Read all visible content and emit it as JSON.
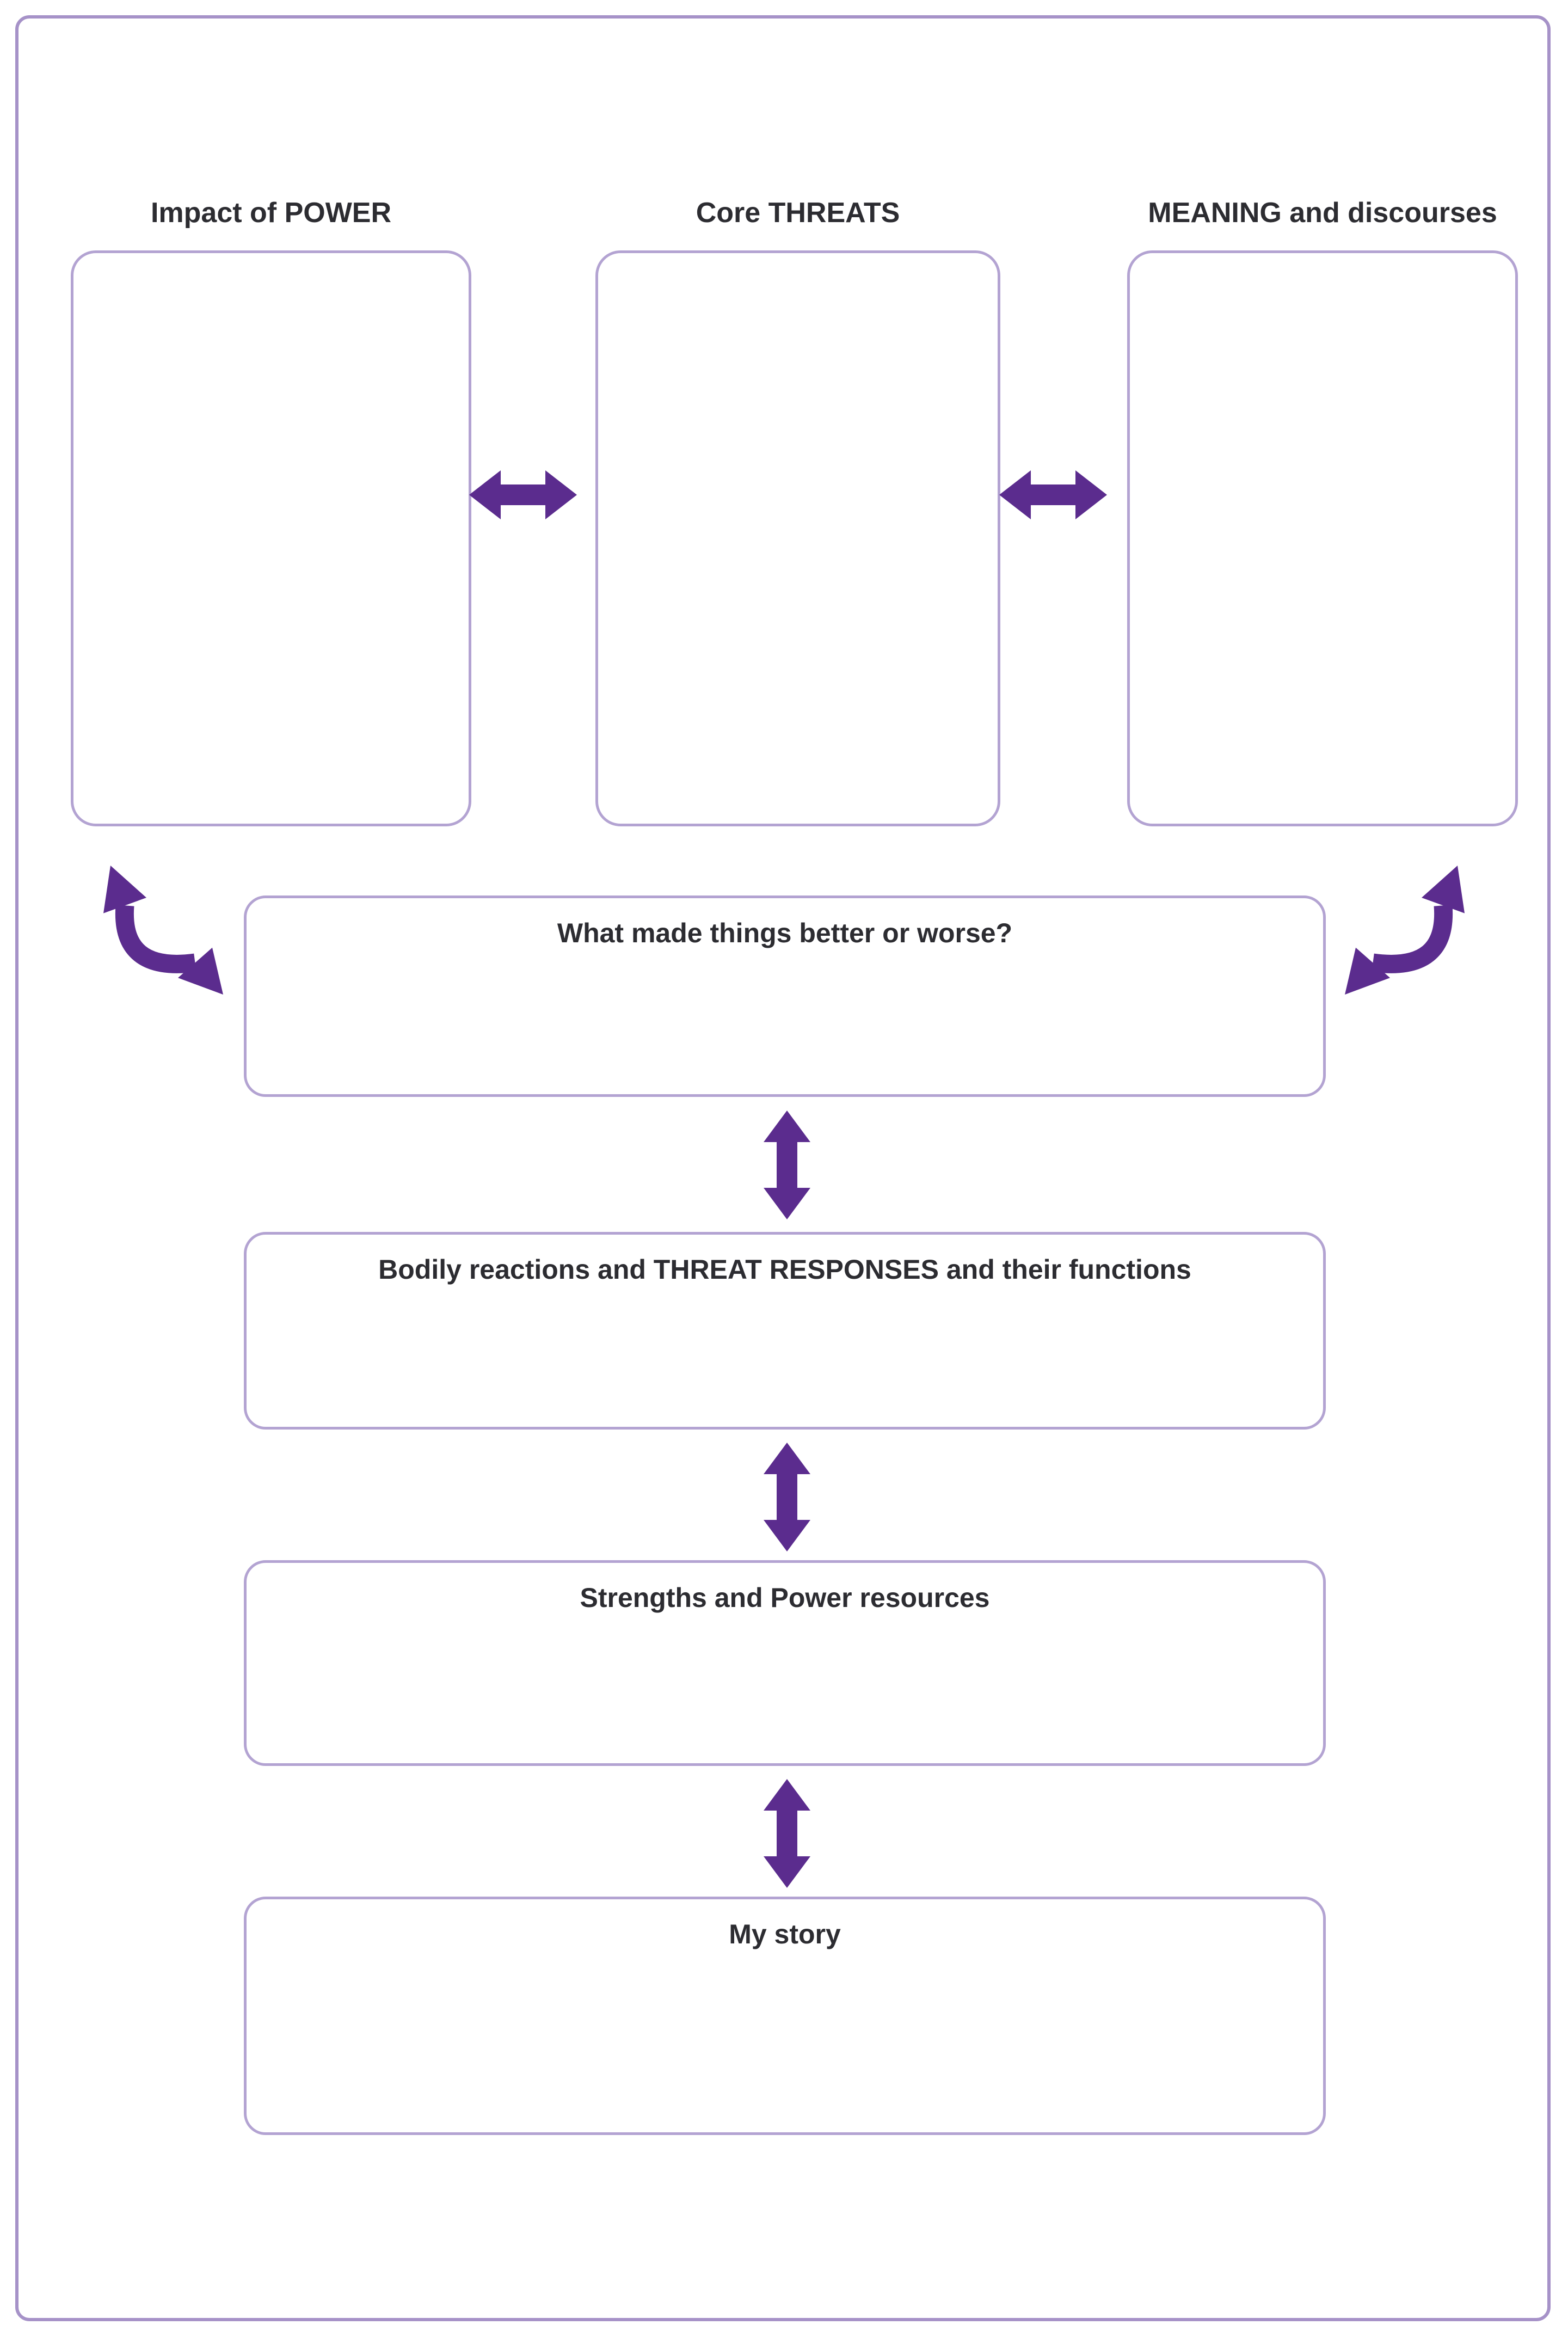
{
  "colors": {
    "arrow_color": "#5b2c8e",
    "box_border_color": "#b3a3d2",
    "outer_border_color": "#a692c8",
    "text_color": "#2c2c31",
    "page_bg": "#ffffff"
  },
  "columns": [
    {
      "label": "Impact of POWER"
    },
    {
      "label": "Core THREATS"
    },
    {
      "label": "MEANING and discourses"
    }
  ],
  "rows": [
    {
      "label": "What made things better or worse?"
    },
    {
      "label": "Bodily reactions and THREAT RESPONSES and their functions"
    },
    {
      "label": "Strengths and Power resources"
    },
    {
      "label": "My story"
    }
  ],
  "icons": {
    "horizontal_double_arrow": "left-right double-headed arrow",
    "vertical_double_arrow": "up-down double-headed arrow",
    "curved_double_arrow": "curved double-headed arrow"
  }
}
